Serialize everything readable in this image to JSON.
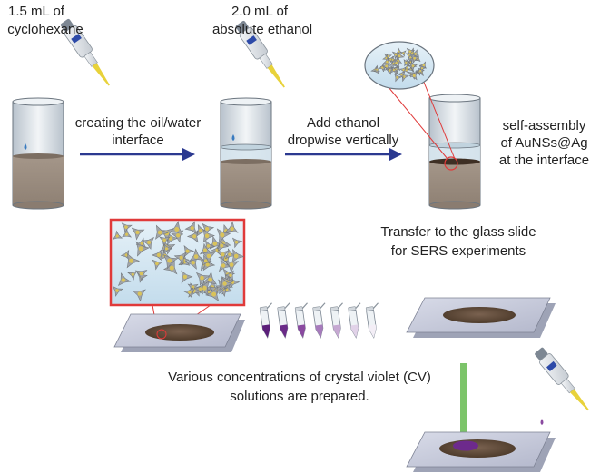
{
  "steps": {
    "step1_volume": "1.5 mL of",
    "step1_solvent": "cyclohexane",
    "step2_volume": "2.0 mL of",
    "step2_solvent": "absolute ethanol",
    "arrow1_line1": "creating the oil/water",
    "arrow1_line2": "interface",
    "arrow2_line1": "Add ethanol",
    "arrow2_line2": "dropwise vertically",
    "result_line1": "self-assembly",
    "result_line2": "of AuNSs@Ag",
    "result_line3": "at the interface",
    "transfer_line1": "Transfer to the glass slide",
    "transfer_line2": "for SERS experiments",
    "cv_line1": "Various concentrations of crystal violet (CV)",
    "cv_line2": "solutions are prepared."
  },
  "colors": {
    "arrow": "#2b3990",
    "magnifier_outline": "#e03a3a",
    "liquid_lower": "#9b8c80",
    "oil_layer": "#d7e6ee",
    "film_brown": "#5a4636",
    "glass_slide": "#c9ccdb",
    "crystal_violet": "#6d2a8c",
    "laser_beam": "#7cc46a",
    "pipette_tip": "#e8d23a",
    "nanostar": "#a0a4a8",
    "water_drop": "#3a7bbf"
  },
  "icons": {
    "pipette": "pipette-icon",
    "beaker": "beaker-icon",
    "glass_slide": "glass-slide-icon",
    "vial": "vial-icon",
    "laser": "laser-beam-icon",
    "nanostar": "nanostar-icon"
  },
  "vials": {
    "count": 7,
    "fill_colors": [
      "#5b1f7a",
      "#6a2b88",
      "#8a4aa0",
      "#a77bbc",
      "#c6a8d2",
      "#e1d2e8",
      "#f3eef6"
    ]
  }
}
